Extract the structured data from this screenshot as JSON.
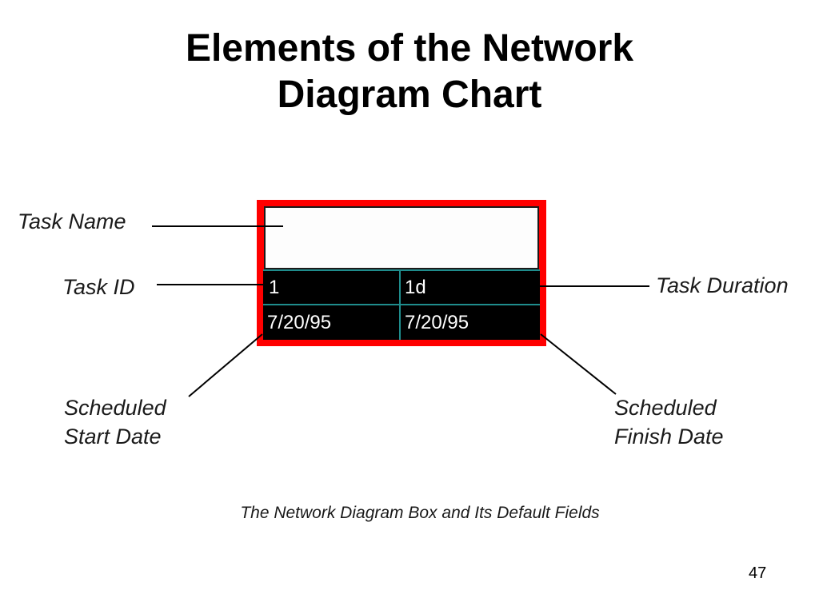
{
  "slide": {
    "title_lines": [
      "Elements of the Network",
      "Diagram Chart"
    ],
    "page_number": "47"
  },
  "diagram": {
    "box": {
      "task_id": "1",
      "duration": "1d",
      "start_date": "7/20/95",
      "finish_date": "7/20/95"
    },
    "labels": {
      "task_name": "Task Name",
      "task_id": "Task ID",
      "task_duration": "Task Duration",
      "scheduled_start": [
        "Scheduled",
        "Start Date"
      ],
      "scheduled_finish": [
        "Scheduled",
        "Finish Date"
      ]
    },
    "caption": "The Network Diagram Box and Its Default Fields"
  },
  "colors": {
    "box_border": "#ff0000",
    "box_fill": "#000000",
    "cell_divider": "#1f8c8c",
    "leader_line": "#000000"
  }
}
